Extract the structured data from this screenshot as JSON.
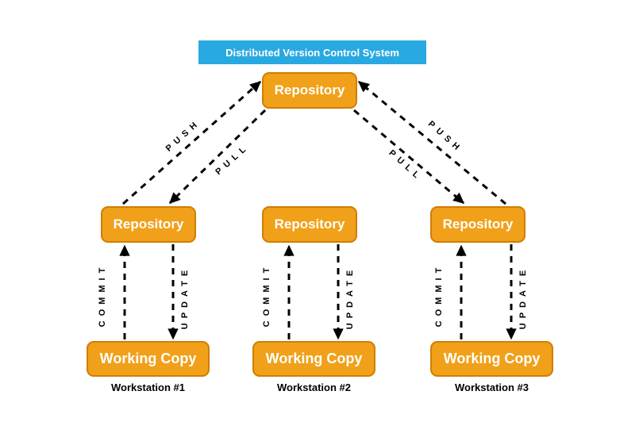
{
  "title": "Distributed Version Control System",
  "colors": {
    "title_bg": "#29A9E1",
    "title_text": "#FFFFFF",
    "node_fill": "#F1A019",
    "node_border": "#D07E00",
    "node_text": "#FFFFFF",
    "arrow": "#000000",
    "caption_text": "#000000"
  },
  "central_repository": {
    "label": "Repository"
  },
  "sync": {
    "left_push": "PUSH",
    "left_pull": "PULL",
    "right_push": "PUSH",
    "right_pull": "PULL"
  },
  "workstations": [
    {
      "repository": "Repository",
      "working_copy": "Working Copy",
      "commit": "COMMIT",
      "update": "UPDATE",
      "caption": "Workstation #1"
    },
    {
      "repository": "Repository",
      "working_copy": "Working Copy",
      "commit": "COMMIT",
      "update": "UPDATE",
      "caption": "Workstation #2"
    },
    {
      "repository": "Repository",
      "working_copy": "Working Copy",
      "commit": "COMMIT",
      "update": "UPDATE",
      "caption": "Workstation #3"
    }
  ]
}
